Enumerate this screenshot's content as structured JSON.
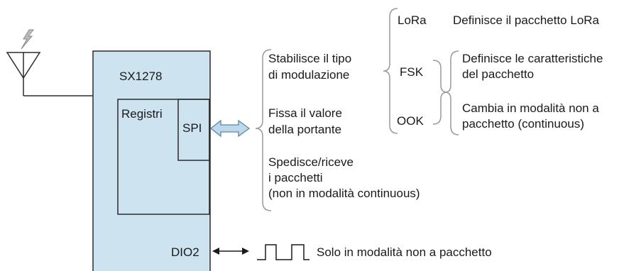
{
  "chip": {
    "name": "SX1278",
    "registers_label": "Registri",
    "spi_label": "SPI",
    "dio2_label": "DIO2"
  },
  "spi_functions": [
    {
      "line1": "Stabilisce il tipo",
      "line2": "di modulazione"
    },
    {
      "line1": "Fissa il valore",
      "line2": "della portante"
    },
    {
      "line1": "Spedisce/riceve",
      "line2": "i pacchetti",
      "line3": "(non in modalità continuous)"
    }
  ],
  "modulations": {
    "lora": "LoRa",
    "fsk": "FSK",
    "ook": "OOK"
  },
  "lora_description": "Definisce il pacchetto LoRa",
  "fsk_ook_descriptions": [
    {
      "line1": "Definisce le caratteristiche",
      "line2": "del pacchetto"
    },
    {
      "line1": "Cambia in modalità non a",
      "line2": "pacchetto (continuous)"
    }
  ],
  "dio2_description": "Solo in modalità non a pacchetto",
  "colors": {
    "chip_fill": "#cde3ef",
    "outline": "#2b2b2b",
    "spi_arrow_fill": "#bcd8ea",
    "spi_arrow_stroke": "#5a88a8",
    "lightning": "#9a9a9a"
  },
  "icons": [
    "antenna-icon",
    "lightning-icon",
    "square-wave-icon",
    "double-arrow-icon"
  ]
}
